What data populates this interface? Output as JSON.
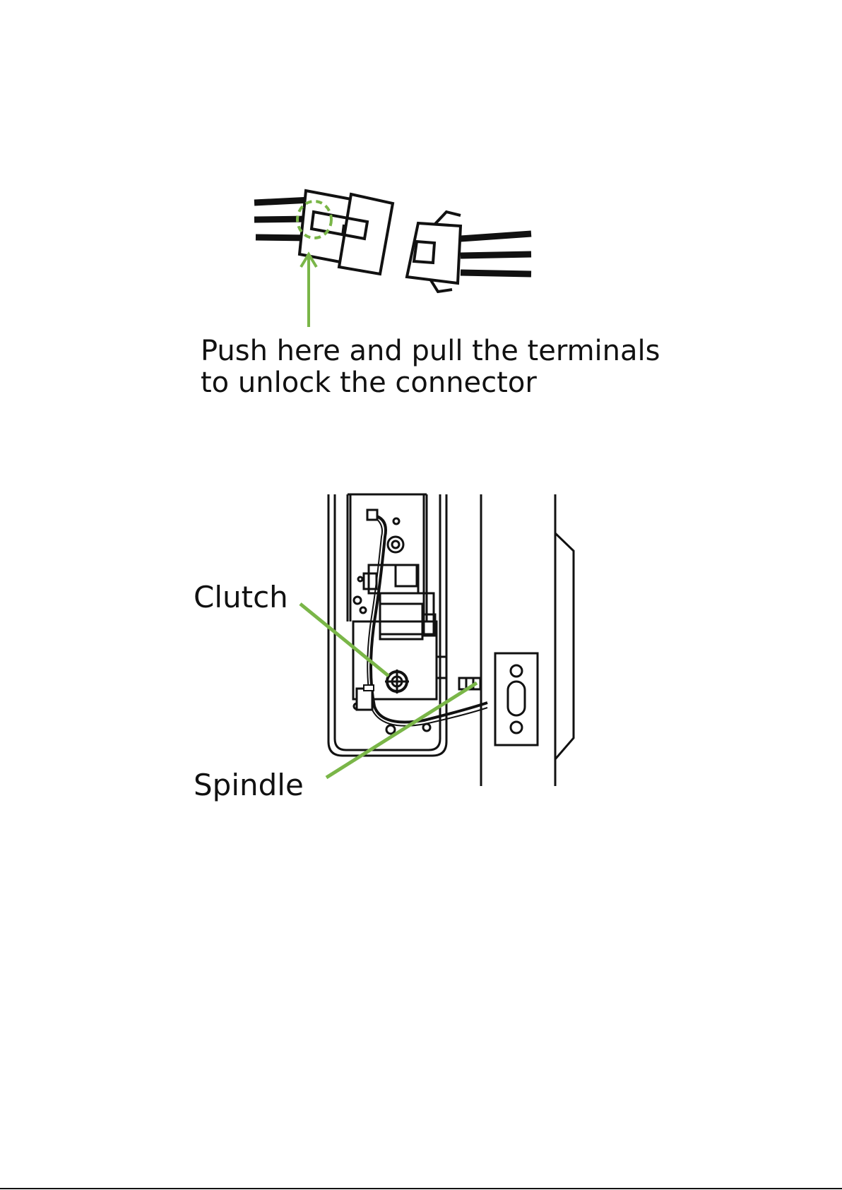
{
  "figure1": {
    "caption_line1": "Push here and pull the terminals",
    "caption_line2": "to unlock the connector"
  },
  "figure2": {
    "clutch_label": "Clutch",
    "spindle_label": "Spindle"
  },
  "colors": {
    "accent": "#7ab648",
    "line": "#111111",
    "background": "#ffffff"
  }
}
